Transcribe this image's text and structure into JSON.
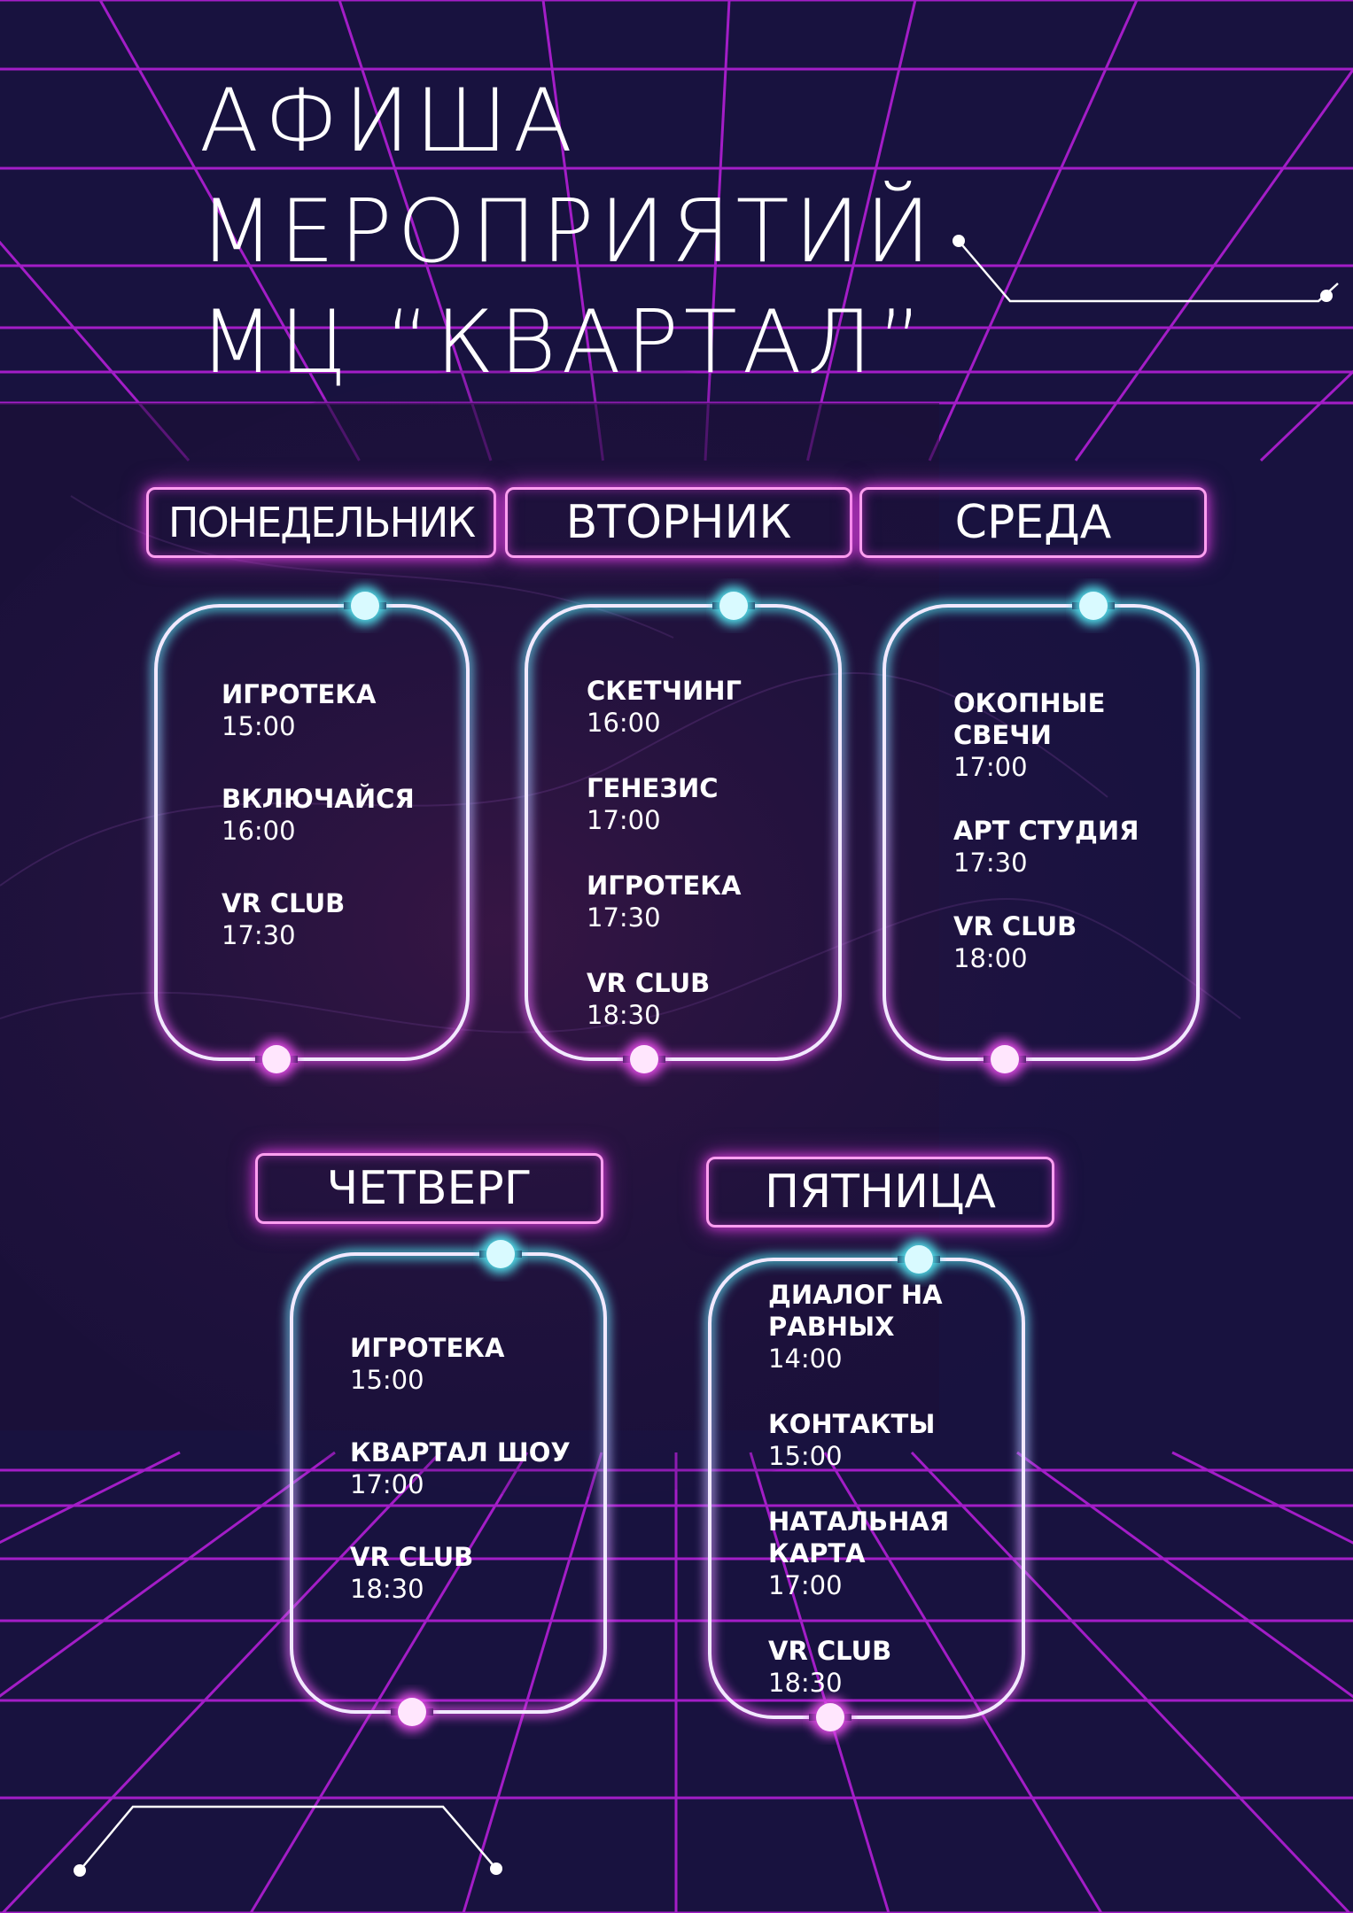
{
  "title": {
    "line1": "АФИША",
    "line2": "МЕРОПРИЯТИЙ",
    "line3": "МЦ “КВАРТАЛ”"
  },
  "colors": {
    "background": "#18123f",
    "grid": "#b31fd6",
    "neon_pink": "#e24be6",
    "neon_cyan": "#52e4ef"
  },
  "days": [
    {
      "label": "ПОНЕДЕЛЬНИК",
      "events": [
        {
          "name": "ИГРОТЕКА",
          "time": "15:00"
        },
        {
          "name": "ВКЛЮЧАЙСЯ",
          "time": "16:00"
        },
        {
          "name": "VR CLUB",
          "time": "17:30"
        }
      ]
    },
    {
      "label": "ВТОРНИК",
      "events": [
        {
          "name": "СКЕТЧИНГ",
          "time": "16:00"
        },
        {
          "name": "ГЕНЕЗИС",
          "time": "17:00"
        },
        {
          "name": "ИГРОТЕКА",
          "time": "17:30"
        },
        {
          "name": "VR CLUB",
          "time": "18:30"
        }
      ]
    },
    {
      "label": "СРЕДА",
      "events": [
        {
          "name": "ОКОПНЫЕ\nСВЕЧИ",
          "time": "17:00"
        },
        {
          "name": "АРТ СТУДИЯ",
          "time": "17:30"
        },
        {
          "name": "VR CLUB",
          "time": "18:00"
        }
      ]
    },
    {
      "label": "ЧЕТВЕРГ",
      "events": [
        {
          "name": "ИГРОТЕКА",
          "time": "15:00"
        },
        {
          "name": "КВАРТАЛ ШОУ",
          "time": "17:00"
        },
        {
          "name": "VR CLUB",
          "time": "18:30"
        }
      ]
    },
    {
      "label": "ПЯТНИЦА",
      "events": [
        {
          "name": "ДИАЛОГ НА\nРАВНЫХ",
          "time": "14:00"
        },
        {
          "name": "КОНТАКТЫ",
          "time": "15:00"
        },
        {
          "name": "НАТАЛЬНАЯ\nКАРТА",
          "time": "17:00"
        },
        {
          "name": "VR CLUB",
          "time": "18:30"
        }
      ]
    }
  ]
}
